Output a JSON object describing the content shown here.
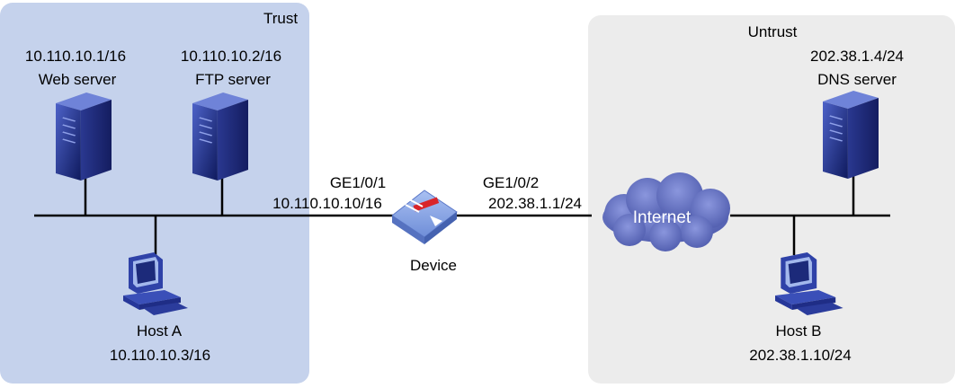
{
  "zones": {
    "trust": {
      "label": "Trust",
      "color": "#c5d2ec"
    },
    "untrust": {
      "label": "Untrust",
      "color": "#ececec"
    }
  },
  "nodes": {
    "web_server": {
      "name": "Web server",
      "ip": "10.110.10.1/16",
      "icon": "server-icon"
    },
    "ftp_server": {
      "name": "FTP server",
      "ip": "10.110.10.2/16",
      "icon": "server-icon"
    },
    "host_a": {
      "name": "Host A",
      "ip": "10.110.10.3/16",
      "icon": "workstation-icon"
    },
    "device": {
      "name": "Device",
      "icon": "firewall-icon"
    },
    "internet": {
      "name": "Internet",
      "icon": "cloud-icon",
      "color": "#5b68b8"
    },
    "dns_server": {
      "name": "DNS server",
      "ip": "202.38.1.4/24",
      "icon": "server-icon"
    },
    "host_b": {
      "name": "Host B",
      "ip": "202.38.1.10/24",
      "icon": "workstation-icon"
    }
  },
  "interfaces": {
    "ge1": {
      "name": "GE1/0/1",
      "ip": "10.110.10.10/16"
    },
    "ge2": {
      "name": "GE1/0/2",
      "ip": "202.38.1.1/24"
    }
  },
  "colors": {
    "device_body": "#8aa6e6",
    "device_accent": "#d9242a",
    "server_body": "#1f2a7a",
    "pc_body": "#2b3c9c"
  }
}
